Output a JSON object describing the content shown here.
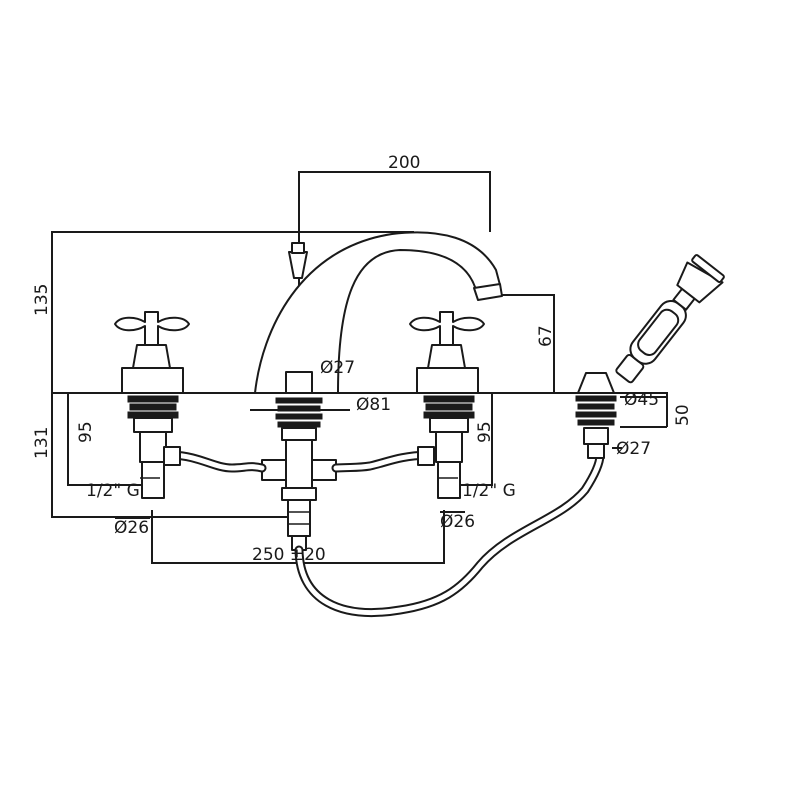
{
  "labels": {
    "spout_reach": "200",
    "spout_height": "135",
    "spout_outlet_height": "67",
    "below_deck_total": "131",
    "tap_shank_left": "95",
    "tap_shank_right": "95",
    "thread_left": "1/2\" G",
    "thread_right": "1/2\" G",
    "shank_dia_left": "Ø26",
    "shank_dia_right": "Ø26",
    "tap_centres": "250 ±20",
    "spout_shank_dia": "Ø27",
    "spout_base_dia": "Ø81",
    "shower_base_dia": "Ø45",
    "shower_holder_height": "50",
    "shower_shank_dia": "Ø27"
  }
}
